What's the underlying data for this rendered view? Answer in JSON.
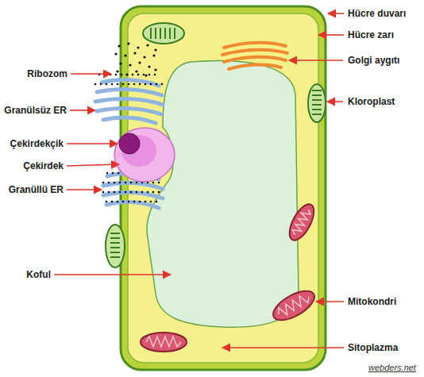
{
  "diagram": {
    "labels": [
      "Hücre duvarı",
      "Hücre zarı",
      "Golgi aygıtı",
      "Ribozom",
      "Granülsüz ER",
      "Kloroplast",
      "Çekirdekçik",
      "Çekirdek",
      "Granüllü ER",
      "Koful",
      "Mitokondri",
      "Sitoplazma",
      "webders.net"
    ]
  }
}
